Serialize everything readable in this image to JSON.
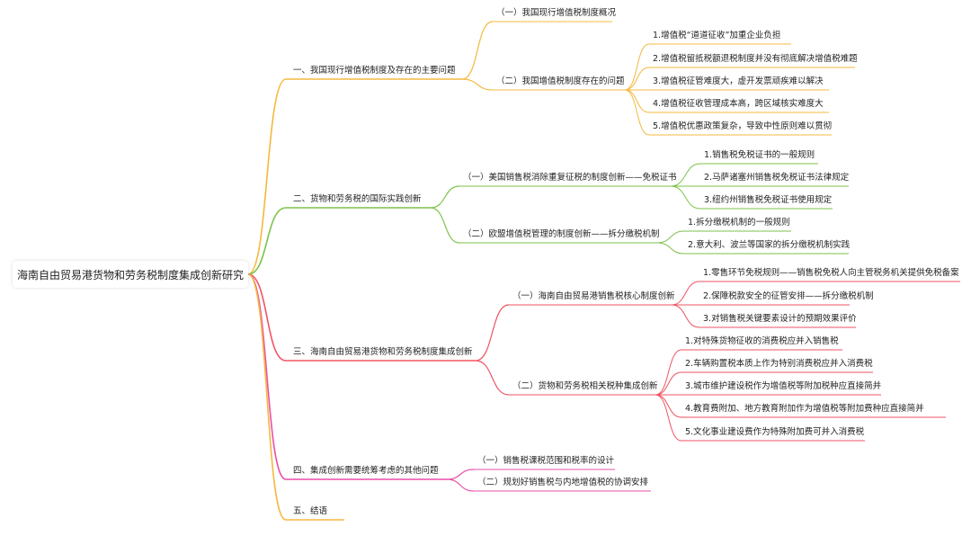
{
  "root": "海南自由贸易港货物和劳务税制度集成创新研究",
  "colors": {
    "orange": "#F5B83D",
    "green": "#7DC24B",
    "red": "#EF5362",
    "pink": "#E94FA9"
  },
  "branches": [
    {
      "label": "一、我国现行增值税制度及存在的主要问题",
      "children": [
        {
          "label": "（一）我国现行增值税制度概况",
          "children": []
        },
        {
          "label": "（二）我国增值税制度存在的问题",
          "children": [
            "1.增值税“道道征收”加重企业负担",
            "2.增值税留抵税额退税制度并没有彻底解决增值税难题",
            "3.增值税征管难度大，虚开发票顽疾难以解决",
            "4.增值税征收管理成本高，跨区域核实难度大",
            "5.增值税优惠政策复杂，导致中性原则难以贯彻"
          ]
        }
      ]
    },
    {
      "label": "二、货物和劳务税的国际实践创新",
      "children": [
        {
          "label": "（一）美国销售税消除重复征税的制度创新——免税证书",
          "children": [
            "1.销售税免税证书的一般规则",
            "2.马萨诸塞州销售税免税证书法律规定",
            "3.纽约州销售税免税证书使用规定"
          ]
        },
        {
          "label": "（二）欧盟增值税管理的制度创新——拆分缴税机制",
          "children": [
            "1.拆分缴税机制的一般规则",
            "2.意大利、波兰等国家的拆分缴税机制实践"
          ]
        }
      ]
    },
    {
      "label": "三、海南自由贸易港货物和劳务税制度集成创新",
      "children": [
        {
          "label": "（一）海南自由贸易港销售税核心制度创新",
          "children": [
            "1.零售环节免税规则——销售税免税人向主管税务机关提供免税备案",
            "2.保障税款安全的征管安排——拆分缴税机制",
            "3.对销售税关键要素设计的预期效果评价"
          ]
        },
        {
          "label": "（二）货物和劳务税相关税种集成创新",
          "children": [
            "1.对特殊货物征收的消费税应并入销售税",
            "2.车辆购置税本质上作为特别消费税应并入消费税",
            "3.城市维护建设税作为增值税等附加税种应直接简并",
            "4.教育费附加、地方教育附加作为增值税等附加费种应直接简并",
            "5.文化事业建设费作为特殊附加费可并入消费税"
          ]
        }
      ]
    },
    {
      "label": "四、集成创新需要统筹考虑的其他问题",
      "children": [
        {
          "label": "（一）销售税课税范围和税率的设计",
          "children": []
        },
        {
          "label": "（二）规划好销售税与内地增值税的协调安排",
          "children": []
        }
      ]
    },
    {
      "label": "五、结语",
      "children": []
    }
  ]
}
